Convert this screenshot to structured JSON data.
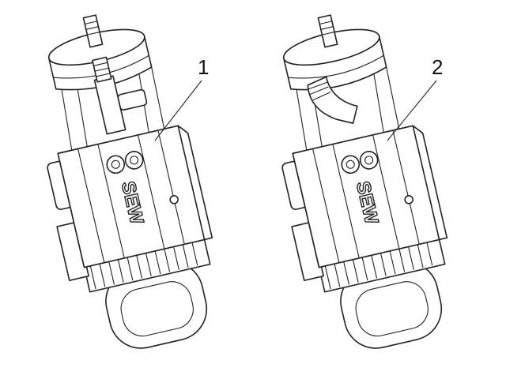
{
  "figure": {
    "items": [
      {
        "label": "1",
        "logo_text": "SEW",
        "variant": "straight fitting"
      },
      {
        "label": "2",
        "logo_text": "SEW",
        "variant": "elbow hose fitting"
      }
    ],
    "colors": {
      "line": "#222222",
      "background": "#ffffff"
    }
  }
}
